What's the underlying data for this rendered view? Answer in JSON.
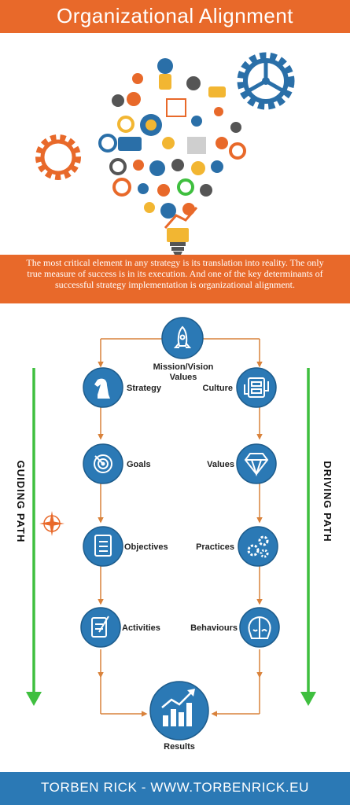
{
  "header": {
    "title": "Organizational Alignment"
  },
  "intro": {
    "text": "The most critical element in any strategy is its translation into reality. The only true measure of success is in its execution. And one of the key determinants of successful strategy implementation is organizational alignment."
  },
  "diagram": {
    "top": {
      "label_line1": "Mission/Vision",
      "label_line2": "Values"
    },
    "left_path": {
      "label": "GUIDING PATH",
      "nodes": [
        "Strategy",
        "Goals",
        "Objectives",
        "Activities"
      ]
    },
    "right_path": {
      "label": "DRIVING PATH",
      "nodes": [
        "Culture",
        "Values",
        "Practices",
        "Behaviours"
      ]
    },
    "bottom": {
      "label": "Results"
    }
  },
  "footer": {
    "text": "TORBEN RICK - WWW.TORBENRICK.EU"
  },
  "colors": {
    "orange": "#e8692a",
    "blue": "#2b79b5",
    "green": "#3fbf3f",
    "connector": "#d9823b",
    "gear_blue": "#2a6fa8"
  },
  "icons": [
    "rocket-icon",
    "chess-knight-icon",
    "target-icon",
    "checklist-icon",
    "pencil-notes-icon",
    "flowchart-icon",
    "diamond-icon",
    "gears-icon",
    "head-faces-icon",
    "chart-growth-icon",
    "compass-icon"
  ]
}
